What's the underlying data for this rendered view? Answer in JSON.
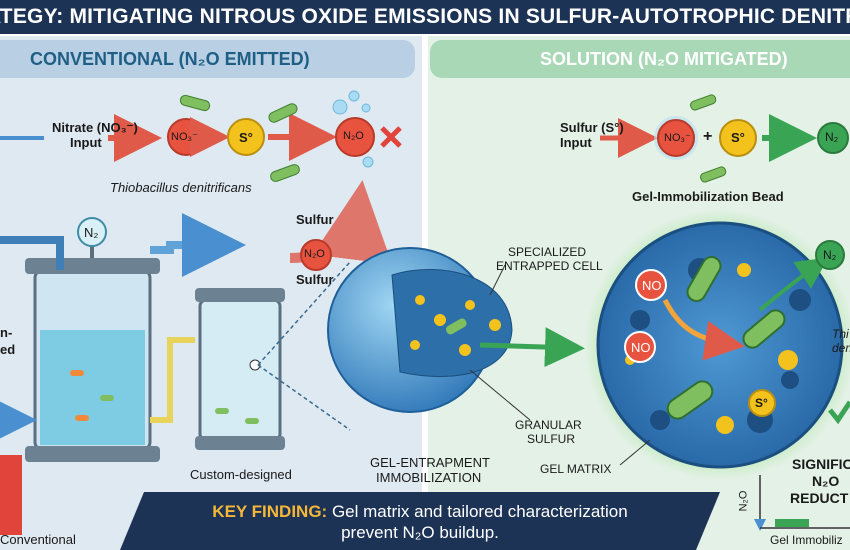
{
  "title": "ATEGY: MITIGATING NITROUS OXIDE EMISSIONS IN SULFUR-AUTOTROPHIC DENITRIFICATION",
  "left_panel": {
    "header": "CONVENTIONAL (N₂O EMITTED)",
    "nitrate_label_1": "Nitrate (NO₃⁻)",
    "nitrate_label_2": "Input",
    "no3": "NO₃⁻",
    "s0": "S°",
    "n2o": "N₂O",
    "organism": "Thiobacillus denitrificans",
    "n2": "N₂",
    "sulfur_top": "Sulfur",
    "n2o_small": "N₂O",
    "sulfur_bottom": "Sulfur",
    "partial_1": "n-",
    "partial_2": "ed",
    "custom_designed": "Custom-designed",
    "conventional": "Conventional"
  },
  "right_panel": {
    "header": "SOLUTION (N₂O MITIGATED)",
    "sulfur_input_1": "Sulfur (S°)",
    "sulfur_input_2": "Input",
    "no3": "NO₃⁻",
    "plus": "+",
    "s0": "S°",
    "n2": "N₂",
    "bead_label": "Gel-Immobilization Bead",
    "specialized_1": "SPECIALIZED",
    "specialized_2": "ENTRAPPED CELL",
    "granular_1": "GRANULAR",
    "granular_2": "SULFUR",
    "gel_entrap_1": "GEL-ENTRAPMENT",
    "gel_entrap_2": "IMMOBILIZATION",
    "gel_matrix": "GEL MATRIX",
    "no_1": "NO",
    "no_2": "NO",
    "s0_zoom": "S°",
    "n2_zoom": "N₂",
    "thio_1": "Thi",
    "thio_2": "den",
    "signif_1": "SIGNIFICA",
    "signif_2": "N₂O",
    "signif_3": "REDUCT",
    "y_axis": "N₂O",
    "gel_immob": "Gel Immobiliz"
  },
  "key_finding": {
    "label": "KEY FINDING:",
    "line1": "Gel matrix and tailored characterization",
    "line2": "prevent N₂O buildup."
  },
  "colors": {
    "banner": "#1c3355",
    "left_panel": "#dfe9f2",
    "right_panel": "#e3f1e6",
    "red": "#e0443a",
    "green": "#2fa84f",
    "sulfur": "#f3c21d",
    "water": "#6fc7e0"
  }
}
